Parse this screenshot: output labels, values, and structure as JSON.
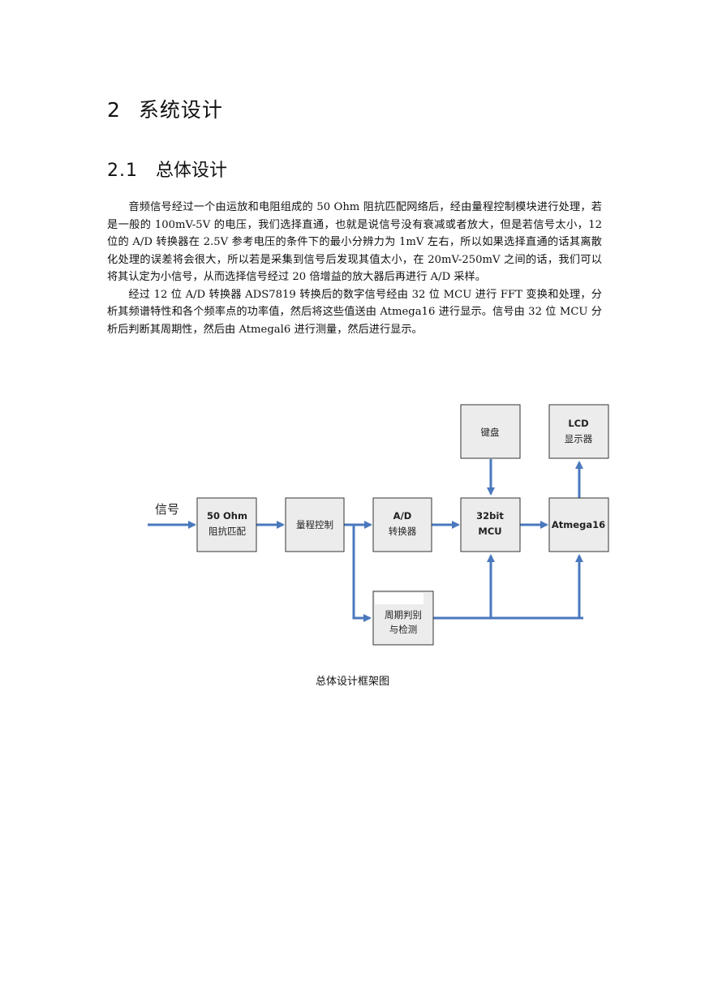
{
  "heading1": {
    "number": "2",
    "title": "系统设计"
  },
  "heading2": {
    "number": "2.1",
    "title": "总体设计"
  },
  "paragraphs": [
    "音频信号经过一个由运放和电阻组成的 50 Ohm 阻抗匹配网络后，经由量程控制模块进行处理，若是一般的 100mV-5V 的电压，我们选择直通，也就是说信号没有衰减或者放大，但是若信号太小，12 位的 A/D 转换器在 2.5V 参考电压的条件下的最小分辨力为 1mV 左右，所以如果选择直通的话其离散化处理的误差将会很大，所以若是采集到信号后发现其值太小，在 20mV-250mV 之间的话，我们可以将其认定为小信号，从而选择信号经过 20 倍增益的放大器后再进行 A/D 采样。",
    "经过 12 位 A/D 转换器 ADS7819 转换后的数字信号经由 32 位 MCU 进行 FFT 变换和处理，分析其频谱特性和各个频率点的功率值，然后将这些值送由 Atmega16 进行显示。信号由 32  位 MCU 分析后判断其周期性，然后由 Atmegal6 进行测量，然后进行显示。"
  ],
  "diagram": {
    "input_label": "信号",
    "blocks": {
      "impedance": [
        "50 Ohm",
        "阻抗匹配"
      ],
      "range": [
        "量程控制"
      ],
      "adc": [
        "A/D",
        "转换器"
      ],
      "mcu": [
        "32bit",
        "MCU"
      ],
      "atmega": [
        "Atmega16"
      ],
      "keyboard": [
        "键盘"
      ],
      "lcd": [
        "LCD",
        "显示器"
      ],
      "period": [
        "周期判别",
        "与检测"
      ]
    },
    "colors": {
      "arrow": "#4a78bd",
      "box_fill": "#ececec",
      "box_stroke": "#333333"
    }
  },
  "caption": "总体设计框架图"
}
